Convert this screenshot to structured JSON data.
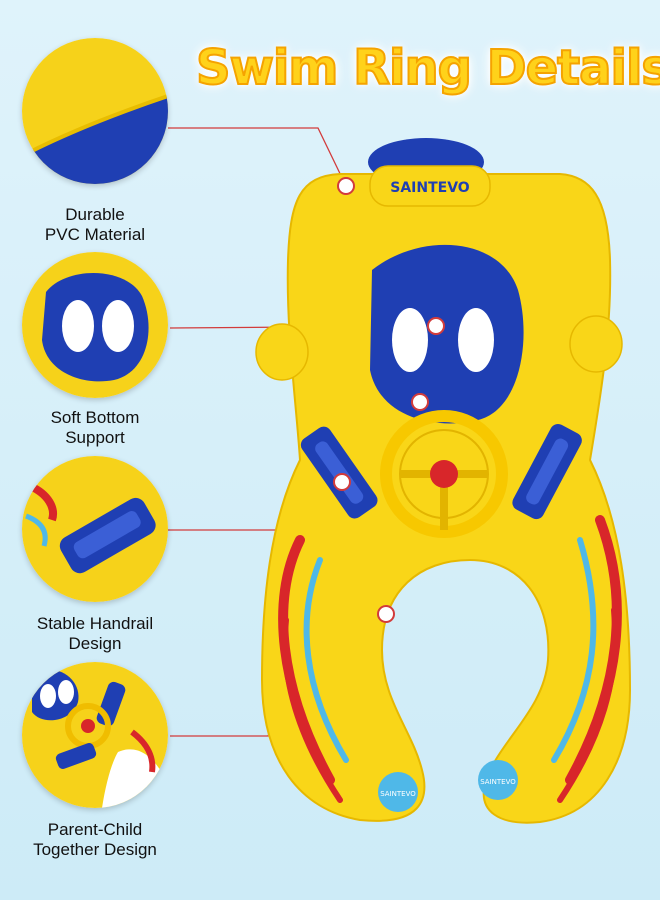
{
  "title": "Swim Ring Details",
  "brand": "SAINTEVO",
  "colors": {
    "yellow": "#f9d618",
    "blue": "#1f3fb3",
    "red": "#d8262a",
    "cyan": "#4fb8e8",
    "line": "#d23b3b"
  },
  "features": [
    {
      "line1": "Durable",
      "line2": "PVC Material"
    },
    {
      "line1": "Soft Bottom",
      "line2": "Support"
    },
    {
      "line1": "Stable Handrail",
      "line2": "Design"
    },
    {
      "line1": "Parent-Child",
      "line2": "Together Design"
    }
  ]
}
